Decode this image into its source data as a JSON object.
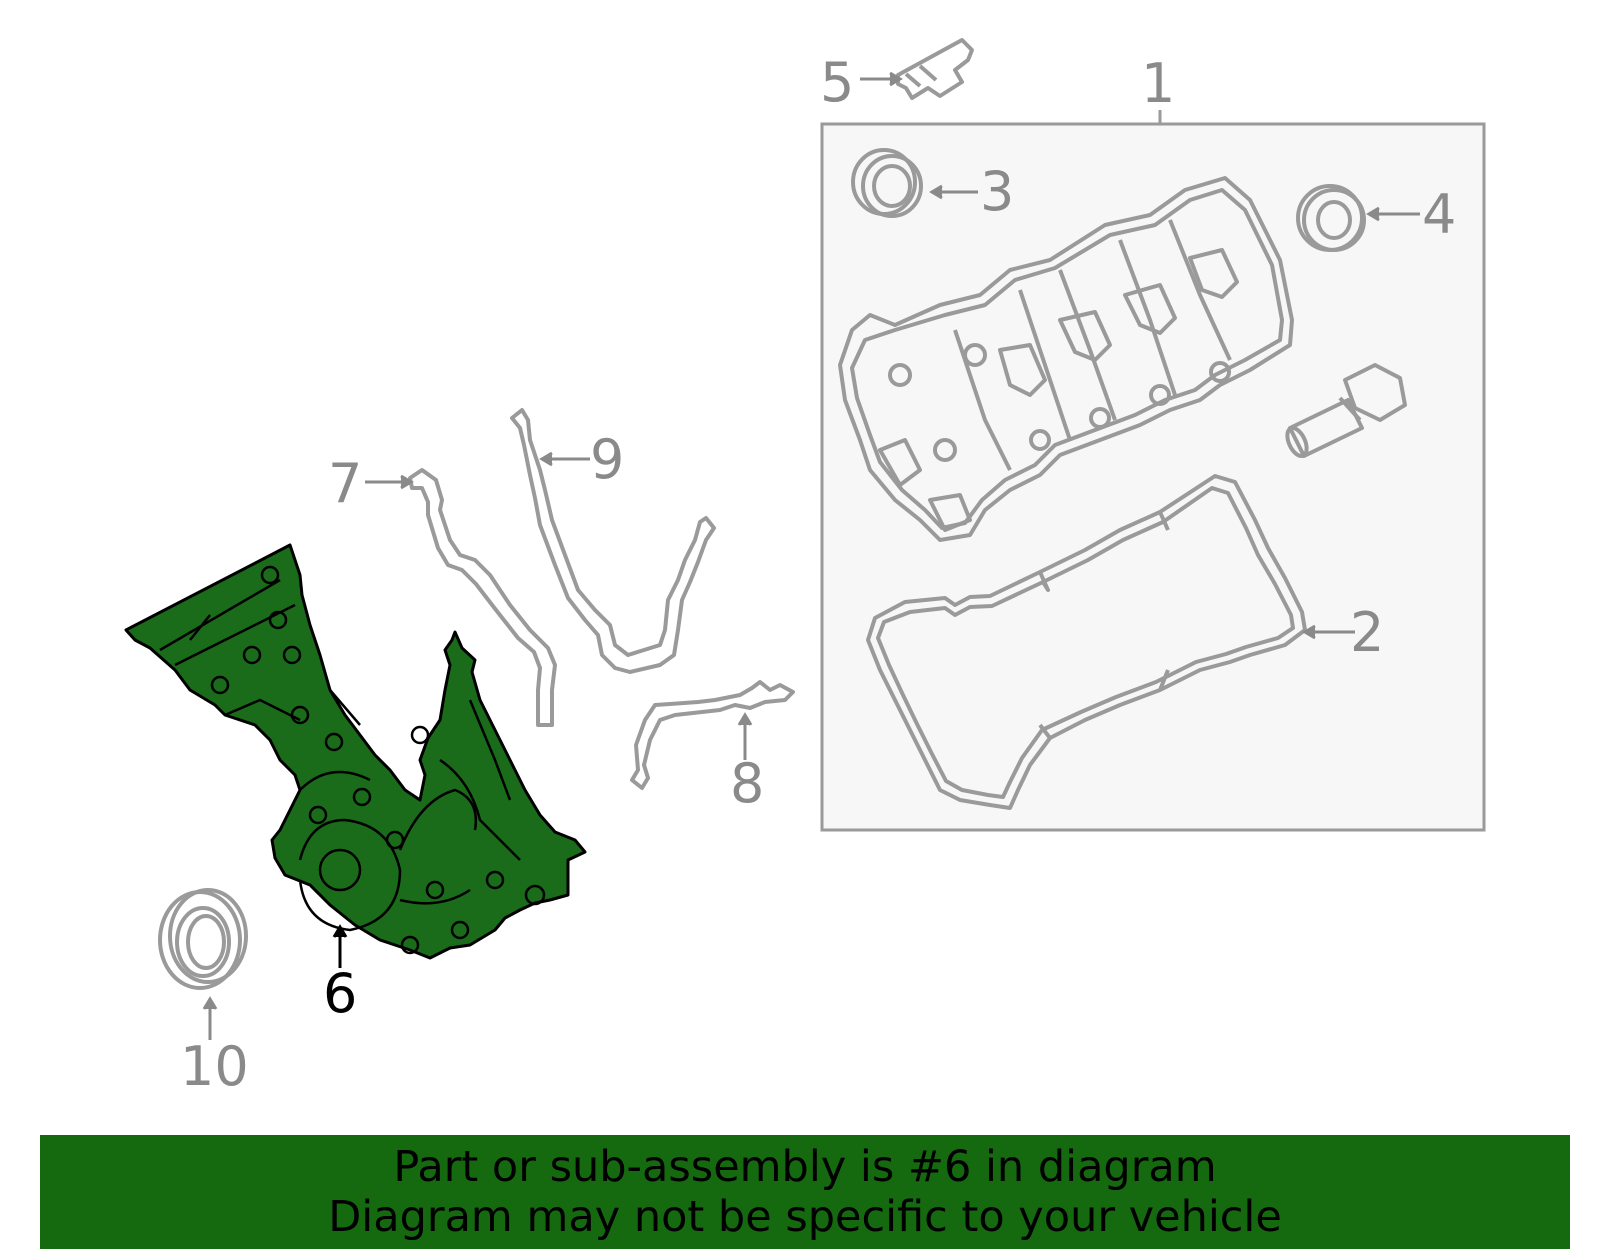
{
  "colors": {
    "highlight_fill": "#1a6b1a",
    "part_stroke": "#9a9a9a",
    "label_gray": "#8a8a8a",
    "label_black": "#000000",
    "box_fill": "#f7f7f7",
    "banner_bg": "#15690f"
  },
  "callouts": {
    "c1": "1",
    "c2": "2",
    "c3": "3",
    "c4": "4",
    "c5": "5",
    "c6": "6",
    "c7": "7",
    "c8": "8",
    "c9": "9",
    "c10": "10"
  },
  "banner": {
    "line1": "Part or sub-assembly is #6 in diagram",
    "line2": "Diagram may not be specific to your vehicle"
  }
}
